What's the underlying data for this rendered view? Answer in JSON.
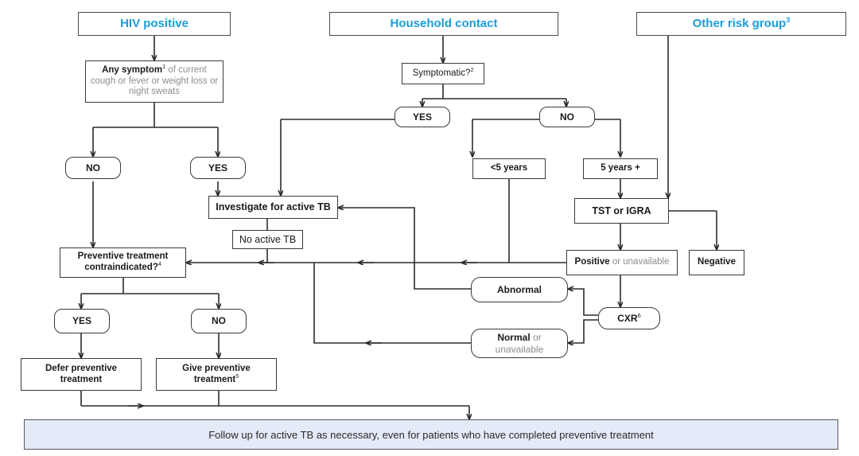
{
  "diagram": {
    "title": "TB preventive treatment algorithm",
    "accent_color": "#1b9dd9",
    "line_color": "#2b2b2b",
    "banner_fill": "#e4eaf7",
    "banner_border": "#56565c"
  },
  "headers": {
    "hiv_positive": "HIV positive",
    "household_contact": "Household contact",
    "other_risk_group": "Other risk group",
    "other_risk_group_footnote": "3"
  },
  "nodes": {
    "any_symptom_bold": "Any symptom",
    "any_symptom_footnote": "1",
    "any_symptom_rest": " of current cough or fever or weight loss or night sweats",
    "symptomatic": "Symptomatic?",
    "symptomatic_footnote": "2",
    "hiv_no": "NO",
    "hiv_yes": "YES",
    "hc_yes": "YES",
    "hc_no": "NO",
    "under_5_years": "<5 years",
    "five_years_plus": "5 years +",
    "tst_or_igra": "TST or IGRA",
    "investigate": "Investigate for active TB",
    "no_active_tb": "No active TB",
    "positive_bold": "Positive",
    "positive_rest": " or unavailable",
    "negative": "Negative",
    "abnormal": "Abnormal",
    "cxr": "CXR",
    "cxr_footnote": "6",
    "normal_bold": "Normal",
    "normal_rest": " or unavailable",
    "preventive_contraindicated": "Preventive treatment contraindicated?",
    "preventive_contraindicated_footnote": "4",
    "contra_yes": "YES",
    "contra_no": "NO",
    "defer_preventive": "Defer preventive treatment",
    "give_preventive": "Give preventive treatment",
    "give_preventive_footnote": "5"
  },
  "banner": {
    "text": "Follow up for active TB as necessary, even for patients who have completed preventive treatment"
  }
}
